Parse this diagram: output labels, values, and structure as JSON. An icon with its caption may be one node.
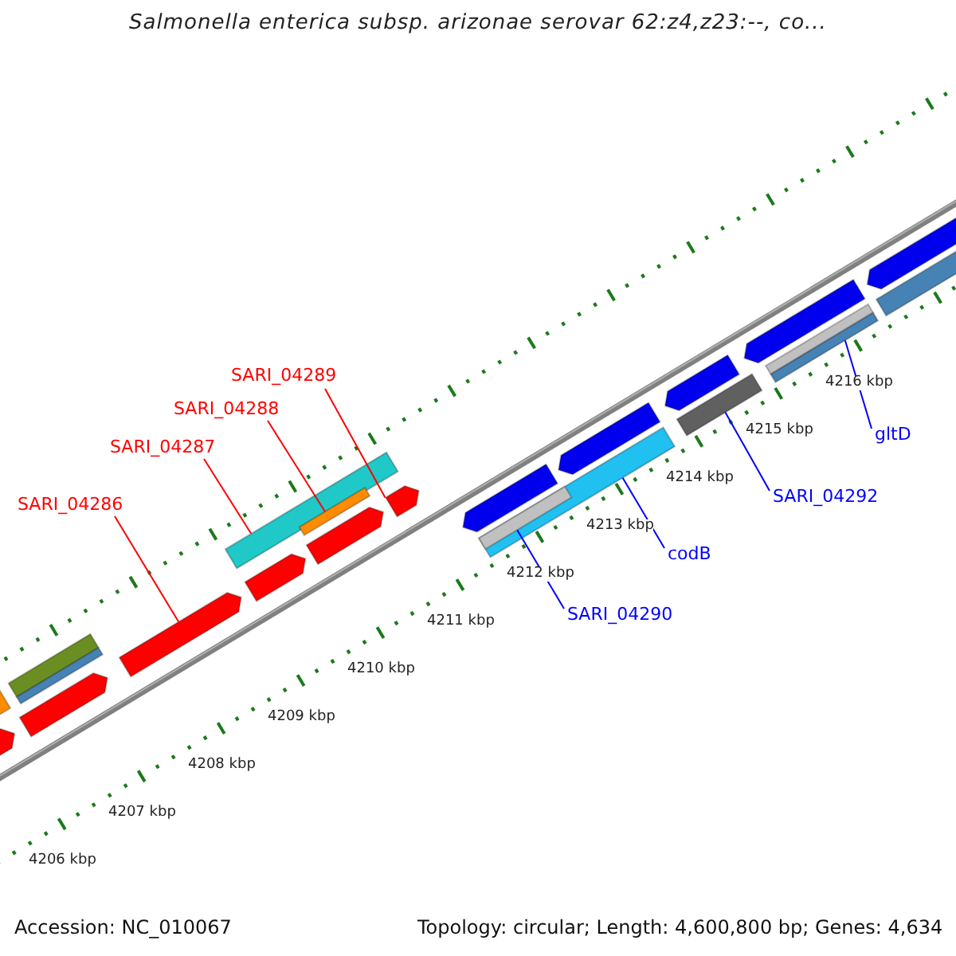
{
  "diagram": {
    "title": "Salmonella enterica subsp. arizonae serovar 62:z4,z23:--, co...",
    "nodes": [
      {
        "text": [
          "SARI_04286"
        ]
      },
      {
        "text": [
          "SARI_04287"
        ]
      },
      {
        "text": [
          "SARI_04288"
        ]
      },
      {
        "text": [
          "SARI_04289"
        ]
      },
      {
        "text": [
          "SARI_04290"
        ]
      },
      {
        "text": [
          "codB"
        ]
      },
      {
        "text": [
          "SARI_04292"
        ]
      },
      {
        "text": [
          "gltD"
        ]
      },
      {
        "text": [],
        "shape": "arrow"
      },
      {
        "text": [],
        "shape": "bar"
      },
      {
        "text": [],
        "shape": "bar"
      },
      {
        "text": [],
        "shape": "arrow"
      },
      {
        "text": [],
        "shape": "bar",
        "in": 13
      },
      {
        "text": [],
        "shape": "bar"
      },
      {
        "text": [],
        "shape": "bar"
      },
      {
        "text": [],
        "shape": "bar"
      },
      {
        "text": [],
        "shape": "arrow"
      },
      {
        "text": [],
        "shape": "arrow"
      },
      {
        "text": [],
        "shape": "arrow"
      },
      {
        "text": [],
        "shape": "arrow"
      },
      {
        "text": [],
        "shape": "bar"
      },
      {
        "text": [],
        "shape": "bar"
      },
      {
        "text": [],
        "shape": "bar"
      },
      {
        "text": [],
        "shape": "arrow"
      },
      {
        "text": [],
        "shape": "arrow"
      },
      {
        "text": [],
        "shape": "arrow"
      },
      {
        "text": [],
        "shape": "arrow"
      },
      {
        "text": [],
        "shape": "arrow"
      },
      {
        "text": [],
        "shape": "bar"
      },
      {
        "text": [],
        "shape": "bar"
      }
    ],
    "edges": [
      {
        "from": 0,
        "to": 8,
        "arrow": "none"
      },
      {
        "from": 1,
        "to": 9,
        "arrow": "none"
      },
      {
        "from": 2,
        "to": 10,
        "arrow": "none"
      },
      {
        "from": 3,
        "to": 11,
        "arrow": "none"
      },
      {
        "from": 4,
        "to": 12,
        "arrow": "none",
        "color": "#0000ff"
      },
      {
        "from": 5,
        "to": 13,
        "arrow": "none",
        "color": "#0000ff"
      },
      {
        "from": 6,
        "to": 14,
        "arrow": "none",
        "color": "#0000ff"
      },
      {
        "from": 7,
        "to": 15,
        "arrow": "none",
        "color": "#0000ff"
      }
    ],
    "labels": [
      "4216 kbp",
      "4215 kbp",
      "4214 kbp",
      "4213 kbp",
      "4212 kbp",
      "4211 kbp",
      "4210 kbp",
      "4209 kbp",
      "4208 kbp",
      "4207 kbp",
      "4206 kbp",
      "Accession: NC_010067",
      "Topology: circular; Length: 4,600,800 bp; Genes: 4,634"
    ]
  }
}
